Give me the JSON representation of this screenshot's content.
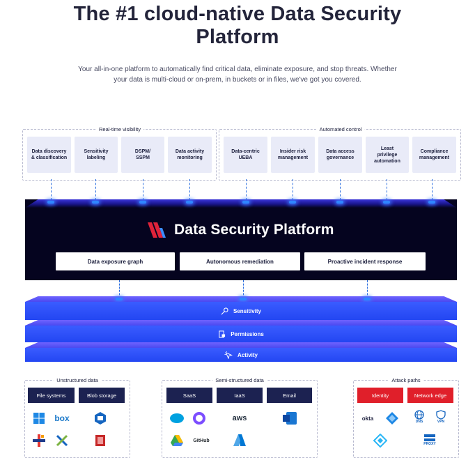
{
  "header": {
    "title_line1": "The #1 cloud-native Data Security",
    "title_line2": "Platform",
    "subtitle_line1": "Your all-in-one platform to automatically find critical data, eliminate exposure, and stop threats. Whether",
    "subtitle_line2": "your data is multi-cloud or on-prem, in buckets or in files, we've got you covered."
  },
  "top_groups": [
    {
      "label": "Real-time visibility",
      "items": [
        "Data discovery & classification",
        "Sensitivity labeling",
        "DSPM/ SSPM",
        "Data activity monitoring"
      ]
    },
    {
      "label": "Automated control",
      "items": [
        "Data-centric UEBA",
        "Insider risk management",
        "Data access governance",
        "Least privilege automation",
        "Compliance management"
      ]
    }
  ],
  "platform": {
    "title": "Data Security Platform",
    "cards": [
      "Data exposure graph",
      "Autonomous remediation",
      "Proactive incident response"
    ]
  },
  "layers": [
    "Sensitivity",
    "Permissions",
    "Activity"
  ],
  "sources": [
    {
      "label": "Unstructured data",
      "buttons": [
        "File systems",
        "Blob storage"
      ],
      "logos": [
        "windows-logo",
        "box-logo",
        "storage-logo",
        "mix-logo",
        "cross-logo",
        "stack-logo"
      ],
      "box_text": "box"
    },
    {
      "label": "Semi-structured data",
      "buttons": [
        "SaaS",
        "IaaS",
        "Email"
      ],
      "logos": [
        "salesforce-logo",
        "okta-ring-logo",
        "aws-logo",
        "exchange-logo",
        "drive-logo",
        "github-logo",
        "azure-logo"
      ],
      "aws_text": "aws",
      "github_text": "GitHub"
    },
    {
      "label": "Attack paths",
      "buttons": [
        "Identity",
        "Network edge"
      ],
      "logos": [
        "okta-logo",
        "arrows-logo",
        "dns-logo",
        "vpn-logo",
        "diamond-logo",
        "proxy-logo"
      ],
      "okta_text": "okta",
      "dns_text": "DNS",
      "vpn_text": "VPN",
      "proxy_text": "PROXY"
    }
  ],
  "colors": {
    "navy": "#05041f",
    "layer_blue": "#2a4cf5",
    "dark_button": "#1c2251",
    "red_button": "#e01f2a",
    "card_bg": "#e9ebf8"
  }
}
